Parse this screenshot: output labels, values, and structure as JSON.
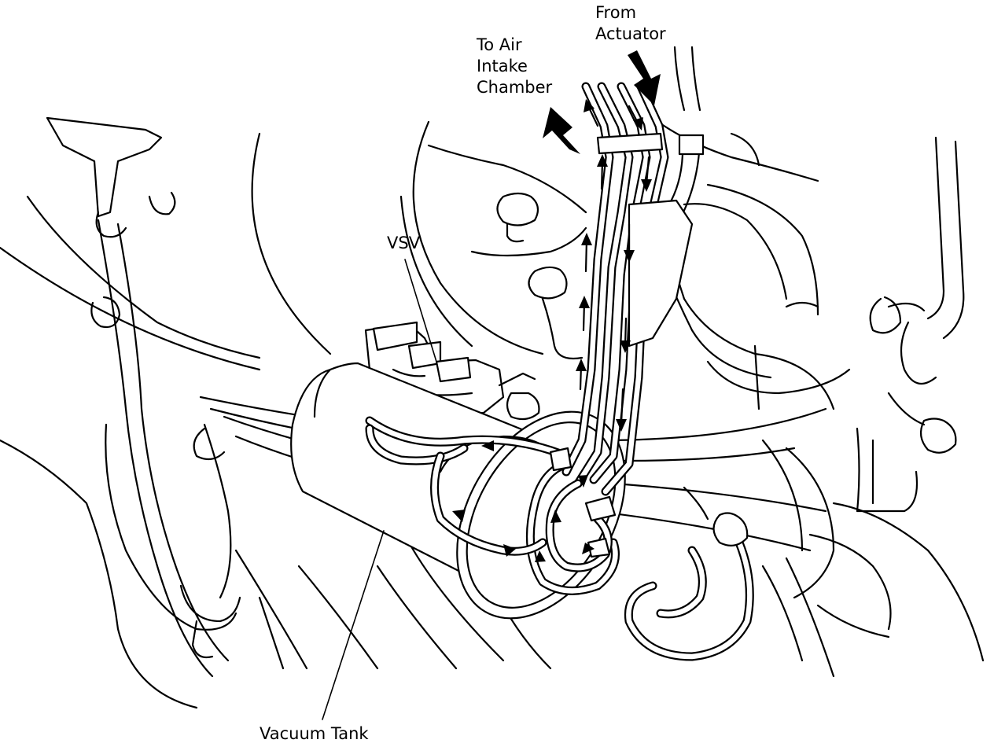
{
  "labels": {
    "from_actuator": "From\nActuator",
    "to_air_intake": "To Air\nIntake\nChamber",
    "vsv": "VSV",
    "vacuum_tank": "Vacuum Tank"
  },
  "colors": {
    "line": "#000000",
    "background": "#ffffff"
  },
  "icons": {
    "flow_arrow": "solid-arrow-icon",
    "small_arrow": "flow-arrowhead-icon"
  }
}
